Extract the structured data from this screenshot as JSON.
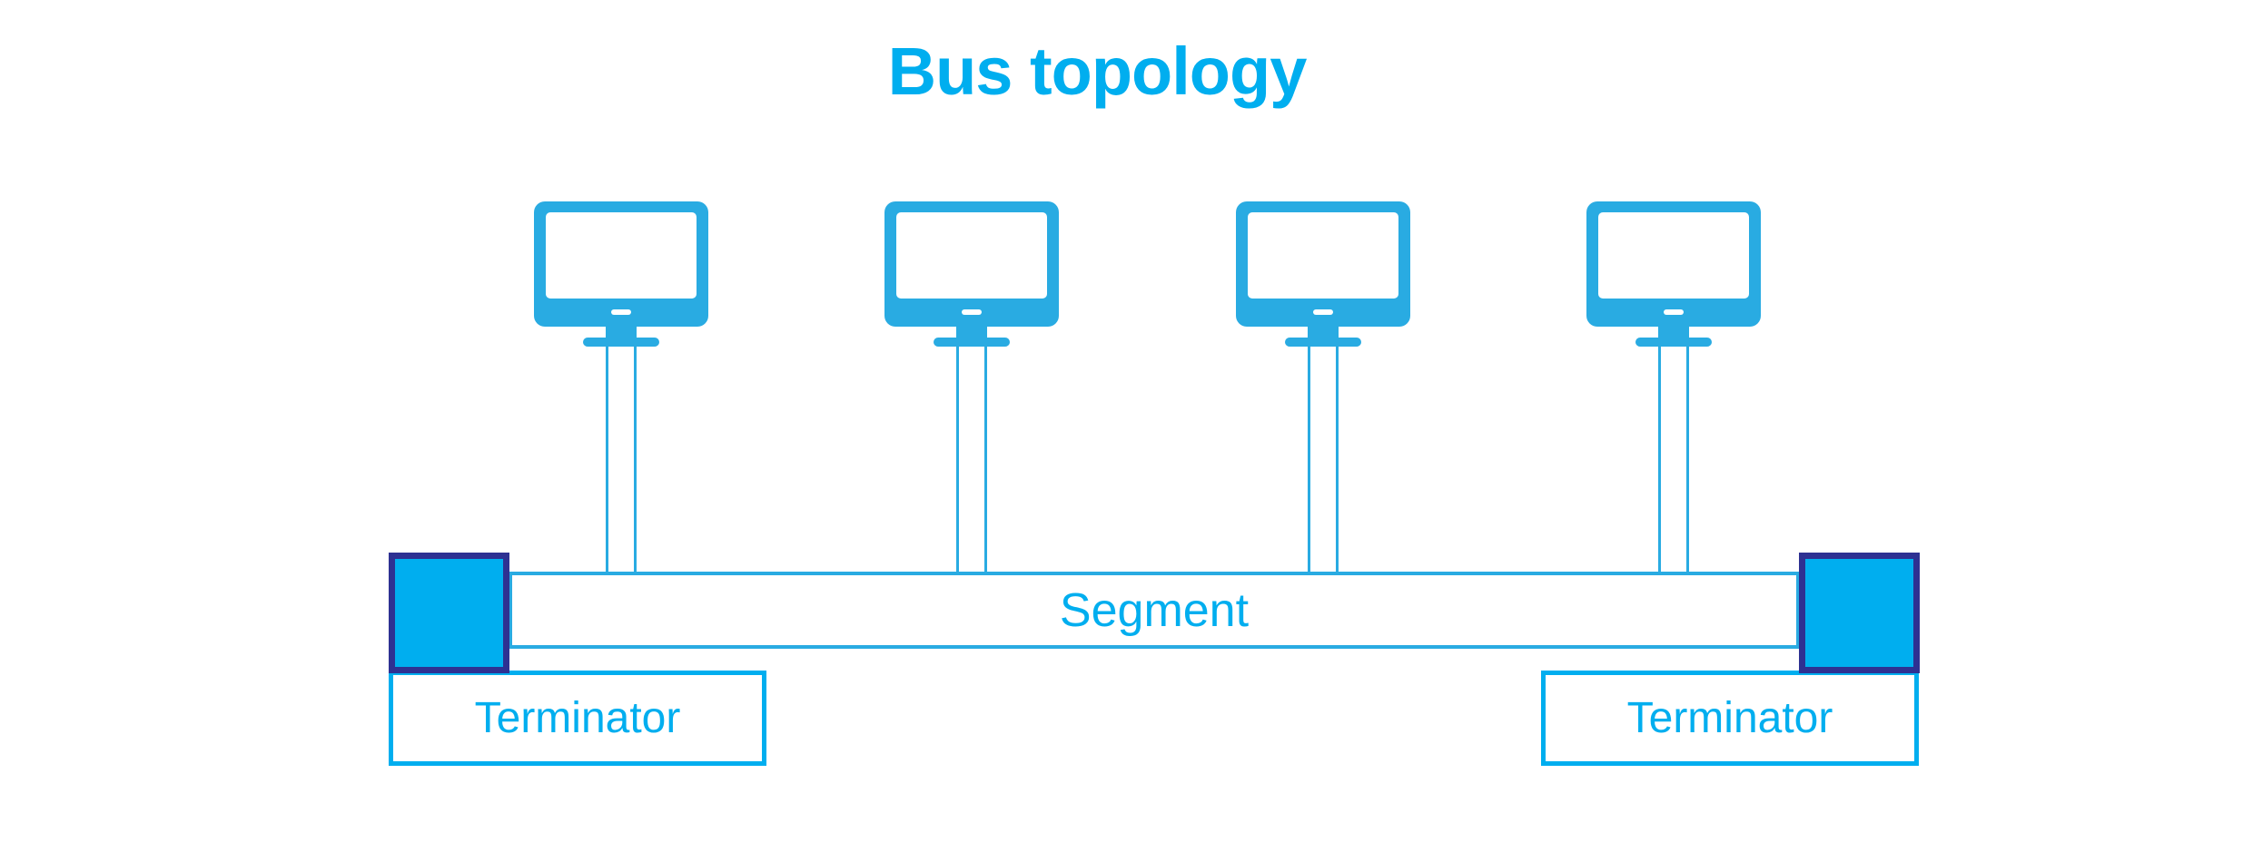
{
  "title": "Bus topology",
  "colors": {
    "cyan": "#00AEEF",
    "blue": "#29ABE2",
    "navy": "#2E3192",
    "bg": "#FFFFFF"
  },
  "segment": {
    "label": "Segment"
  },
  "terminators": [
    {
      "side": "left",
      "label": "Terminator"
    },
    {
      "side": "right",
      "label": "Terminator"
    }
  ],
  "computers": [
    {
      "icon": "desktop-monitor-icon"
    },
    {
      "icon": "desktop-monitor-icon"
    },
    {
      "icon": "desktop-monitor-icon"
    },
    {
      "icon": "desktop-monitor-icon"
    }
  ]
}
